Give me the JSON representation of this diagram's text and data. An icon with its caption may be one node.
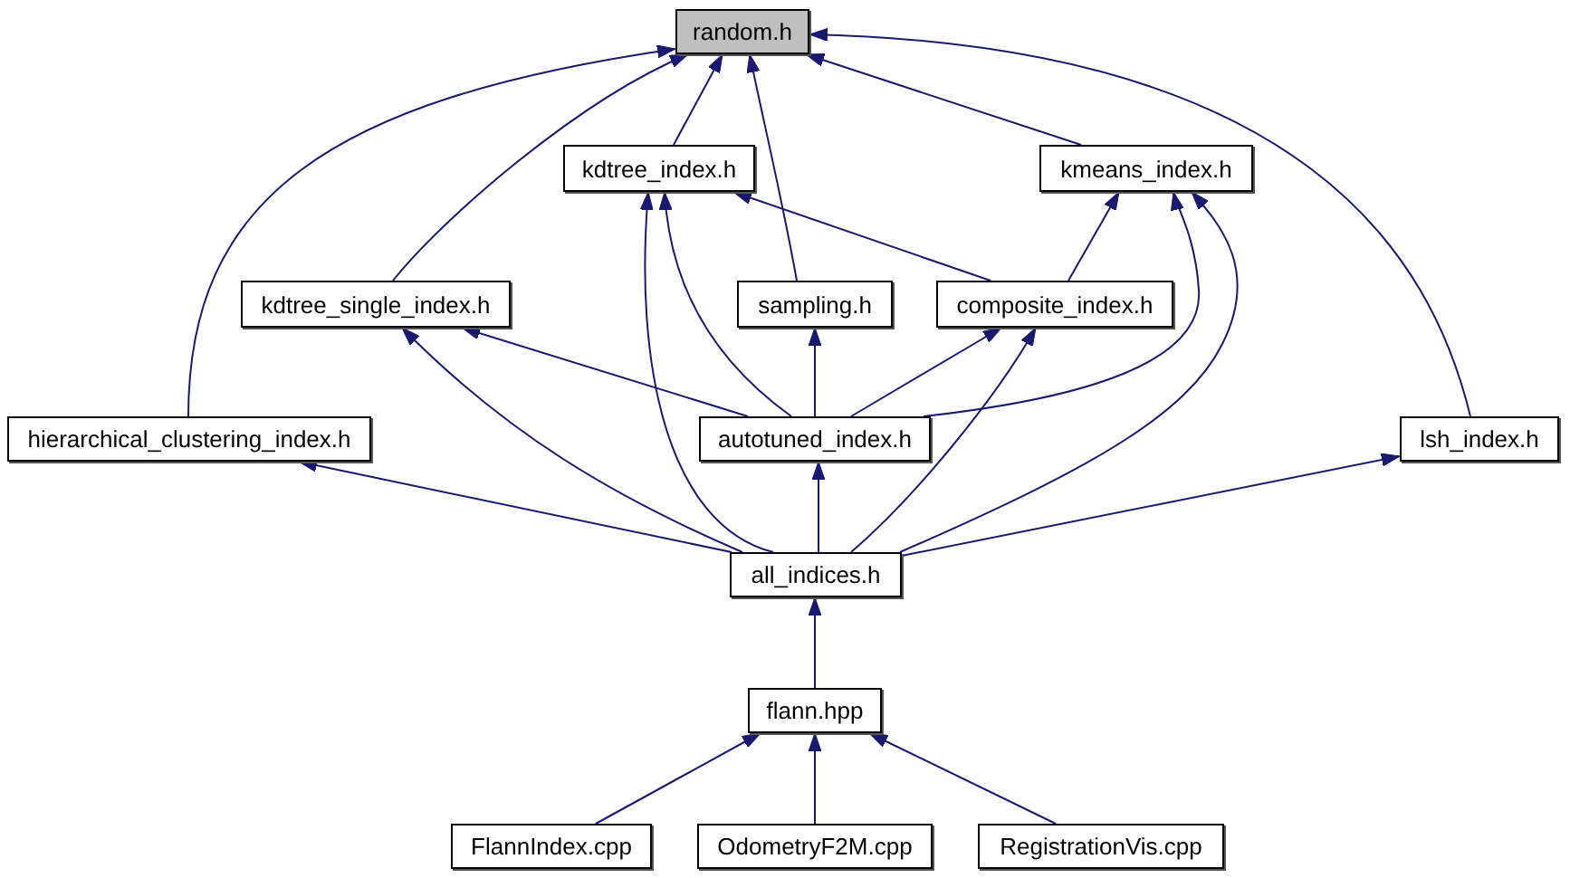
{
  "diagram": {
    "nodes": [
      {
        "text": [
          "random.h"
        ]
      },
      {
        "text": [
          "kdtree_index.h"
        ]
      },
      {
        "text": [
          "kmeans_index.h"
        ]
      },
      {
        "text": [
          "kdtree_single_index.h"
        ]
      },
      {
        "text": [
          "sampling.h"
        ]
      },
      {
        "text": [
          "composite_index.h"
        ]
      },
      {
        "text": [
          "hierarchical_clustering_index.h"
        ]
      },
      {
        "text": [
          "autotuned_index.h"
        ]
      },
      {
        "text": [
          "lsh_index.h"
        ]
      },
      {
        "text": [
          "all_indices.h"
        ]
      },
      {
        "text": [
          "flann.hpp"
        ]
      },
      {
        "text": [
          "FlannIndex.cpp"
        ]
      },
      {
        "text": [
          "OdometryF2M.cpp"
        ]
      },
      {
        "text": [
          "RegistrationVis.cpp"
        ]
      }
    ],
    "edges": [
      {
        "from": 1,
        "to": 0,
        "arrow": "to"
      },
      {
        "from": 2,
        "to": 0,
        "arrow": "to"
      },
      {
        "from": 3,
        "to": 0,
        "arrow": "to"
      },
      {
        "from": 4,
        "to": 0,
        "arrow": "to"
      },
      {
        "from": 6,
        "to": 0,
        "arrow": "to"
      },
      {
        "from": 8,
        "to": 0,
        "arrow": "to"
      },
      {
        "from": 5,
        "to": 1,
        "arrow": "to"
      },
      {
        "from": 5,
        "to": 2,
        "arrow": "to"
      },
      {
        "from": 7,
        "to": 1,
        "arrow": "to"
      },
      {
        "from": 7,
        "to": 2,
        "arrow": "to"
      },
      {
        "from": 7,
        "to": 3,
        "arrow": "to"
      },
      {
        "from": 7,
        "to": 4,
        "arrow": "to"
      },
      {
        "from": 7,
        "to": 5,
        "arrow": "to"
      },
      {
        "from": 9,
        "to": 1,
        "arrow": "to"
      },
      {
        "from": 9,
        "to": 2,
        "arrow": "to"
      },
      {
        "from": 9,
        "to": 3,
        "arrow": "to"
      },
      {
        "from": 9,
        "to": 5,
        "arrow": "to"
      },
      {
        "from": 9,
        "to": 6,
        "arrow": "to"
      },
      {
        "from": 9,
        "to": 7,
        "arrow": "to"
      },
      {
        "from": 9,
        "to": 8,
        "arrow": "to"
      },
      {
        "from": 10,
        "to": 9,
        "arrow": "to"
      },
      {
        "from": 11,
        "to": 10,
        "arrow": "to"
      },
      {
        "from": 12,
        "to": 10,
        "arrow": "to"
      },
      {
        "from": 13,
        "to": 10,
        "arrow": "to"
      }
    ]
  }
}
